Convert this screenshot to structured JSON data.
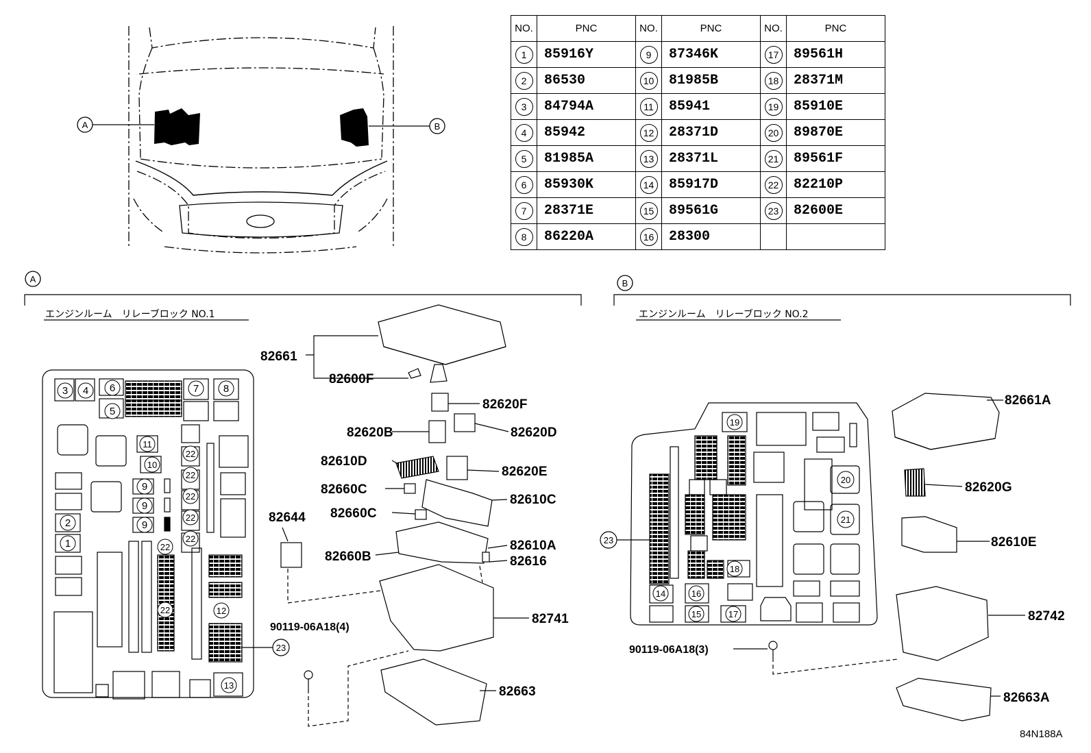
{
  "table": {
    "header_no": "NO.",
    "header_pnc": "PNC",
    "columns": [
      [
        {
          "no": "1",
          "pnc": "85916Y"
        },
        {
          "no": "2",
          "pnc": "86530"
        },
        {
          "no": "3",
          "pnc": "84794A"
        },
        {
          "no": "4",
          "pnc": "85942"
        },
        {
          "no": "5",
          "pnc": "81985A"
        },
        {
          "no": "6",
          "pnc": "85930K"
        },
        {
          "no": "7",
          "pnc": "28371E"
        },
        {
          "no": "8",
          "pnc": "86220A"
        }
      ],
      [
        {
          "no": "9",
          "pnc": "87346K"
        },
        {
          "no": "10",
          "pnc": "81985B"
        },
        {
          "no": "11",
          "pnc": "85941"
        },
        {
          "no": "12",
          "pnc": "28371D"
        },
        {
          "no": "13",
          "pnc": "28371L"
        },
        {
          "no": "14",
          "pnc": "85917D"
        },
        {
          "no": "15",
          "pnc": "89561G"
        },
        {
          "no": "16",
          "pnc": "28300"
        }
      ],
      [
        {
          "no": "17",
          "pnc": "89561H"
        },
        {
          "no": "18",
          "pnc": "28371M"
        },
        {
          "no": "19",
          "pnc": "85910E"
        },
        {
          "no": "20",
          "pnc": "89870E"
        },
        {
          "no": "21",
          "pnc": "89561F"
        },
        {
          "no": "22",
          "pnc": "82210P"
        },
        {
          "no": "23",
          "pnc": "82600E"
        }
      ]
    ]
  },
  "car": {
    "marker_a": "A",
    "marker_b": "B"
  },
  "section_a": {
    "marker": "A",
    "title": "エンジンルーム　リレーブロック NO.1",
    "parts": {
      "p82661": "82661",
      "p82600F": "82600F",
      "p82620F": "82620F",
      "p82620B": "82620B",
      "p82620D": "82620D",
      "p82610D": "82610D",
      "p82620E": "82620E",
      "p82660C_1": "82660C",
      "p82610C": "82610C",
      "p82644": "82644",
      "p82660C_2": "82660C",
      "p82660B": "82660B",
      "p82610A": "82610A",
      "p82616": "82616",
      "p82741": "82741",
      "p90119": "90119-06A18(4)",
      "p82663": "82663"
    }
  },
  "section_b": {
    "marker": "B",
    "title": "エンジンルーム　リレーブロック NO.2",
    "parts": {
      "p82661A": "82661A",
      "p82620G": "82620G",
      "p82610E": "82610E",
      "p82742": "82742",
      "p90119": "90119-06A18(3)",
      "p82663A": "82663A"
    }
  },
  "diagram_code": "84N188A"
}
